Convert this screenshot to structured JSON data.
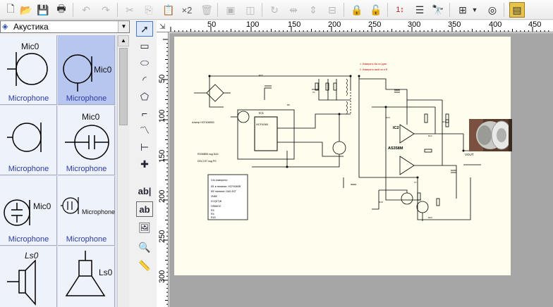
{
  "toolbar": {
    "buttons": [
      "new-file-icon",
      "open-folder-icon",
      "save-icon",
      "print-icon",
      "undo-icon",
      "redo-icon",
      "cut-icon",
      "copy-icon",
      "paste-icon",
      "duplicate-label",
      "delete-icon",
      "group-icon",
      "ungroup-icon",
      "rotate-icon",
      "flip-horizontal-icon",
      "flip-vertical-icon",
      "lock-icon",
      "unlock-icon",
      "numbering-icon",
      "bom-list-icon",
      "find-icon",
      "grid-icon",
      "zoom-icon",
      "layers-icon"
    ],
    "duplicate_label": "×2"
  },
  "library": {
    "selected": "Акустика",
    "items": [
      {
        "ref": "Mic0",
        "caption": "Microphone",
        "selected": false
      },
      {
        "ref": "Mic0",
        "caption": "Microphone",
        "selected": true
      },
      {
        "ref": "",
        "caption": "Microphone",
        "selected": false
      },
      {
        "ref": "Mic0",
        "caption": "Microphone",
        "selected": false
      },
      {
        "ref": "Mic0",
        "caption": "Microphone",
        "selected": false
      },
      {
        "ref": "Microphone",
        "caption": "Microphone",
        "selected": false
      },
      {
        "ref": "Ls0",
        "caption": "",
        "selected": false
      },
      {
        "ref": "Ls0",
        "caption": "",
        "selected": false
      }
    ]
  },
  "tools": {
    "text_label": "ab|",
    "text_box_label": "ab"
  },
  "ruler": {
    "h_labels": [
      "50",
      "100",
      "150",
      "200",
      "250",
      "300",
      "350",
      "400",
      "450"
    ],
    "v_labels": [
      "50",
      "100",
      "150",
      "200",
      "250",
      "300"
    ]
  },
  "schematic": {
    "labels": {
      "ic1": "IC1",
      "ic1_part": "HCF4060",
      "ic2": "IC2",
      "ic2_part": "AS358M",
      "vout": "VOUT",
      "notes_title": "Что измерено:",
      "notes": [
        "Ø1 в питании: HCF4060B",
        "Ø2 питание: DA5 4ST",
        "2N6K",
        "IC2(D7)B",
        "HS66OC",
        "R3",
        "R4",
        "R15",
        "R16"
      ],
      "left_note1": "Альтер HCF4060B3",
      "left_note2": "RS06B55 под DA4",
      "left_note3": "DS4 1ST под PS"
    }
  }
}
